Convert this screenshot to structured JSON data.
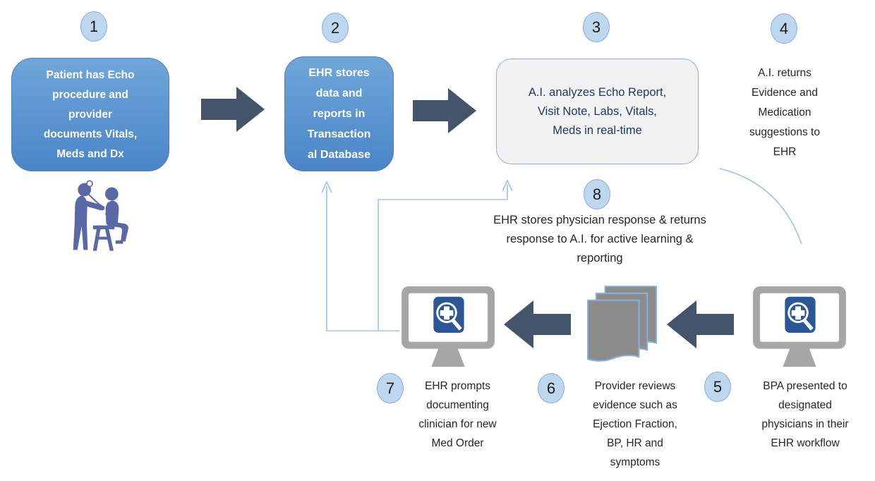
{
  "steps": [
    {
      "number": "1",
      "text": "Patient has Echo\nprocedure and\nprovider\ndocuments Vitals,\nMeds and Dx"
    },
    {
      "number": "2",
      "text": "EHR stores\ndata and\nreports in\nTransaction\nal Database"
    },
    {
      "number": "3",
      "text": "A.I. analyzes Echo Report,\nVisit Note, Labs, Vitals,\nMeds in real-time"
    },
    {
      "number": "4",
      "text": "A.I. returns\nEvidence and\nMedication\nsuggestions to\nEHR"
    },
    {
      "number": "5",
      "text": "BPA presented to\ndesignated\nphysicians in their\nEHR workflow"
    },
    {
      "number": "6",
      "text": "Provider reviews\nevidence such as\nEjection Fraction,\nBP, HR and\nsymptoms"
    },
    {
      "number": "7",
      "text": "EHR prompts\ndocumenting\nclinician for new\nMed Order"
    },
    {
      "number": "8",
      "text": "EHR stores physician response & returns\nresponse to A.I. for active learning &\nreporting"
    }
  ],
  "icons": {
    "doctor_patient": "doctor-examining-patient-icon",
    "ehr_monitor": "ehr-monitor-medical-search-icon",
    "documents": "document-stack-icon",
    "flow_arrow_right": "arrow-right-icon",
    "flow_arrow_left": "arrow-left-icon",
    "feedback_connectors": "thin-blue-feedback-arrows"
  },
  "colors": {
    "step_box_blue_top": "#6fa6da",
    "step_box_blue_bottom": "#4a85c7",
    "step_box_border": "#4b80ba",
    "ai_box_fill": "#f2f2f3",
    "ai_box_border": "#8faadc",
    "ai_text_navy": "#1f3864",
    "arrow_dark_slate": "#44546a",
    "circle_fill": "#bdd7ee",
    "circle_border": "#8eaadb",
    "connector_blue": "#9dc3e6",
    "icon_indigo": "#5a69a5",
    "monitor_gray": "#a6a6a6",
    "app_tile_blue": "#2b5797",
    "document_gray": "#8c8c8c",
    "document_border": "#85b2e0",
    "text_dark": "#262626"
  }
}
